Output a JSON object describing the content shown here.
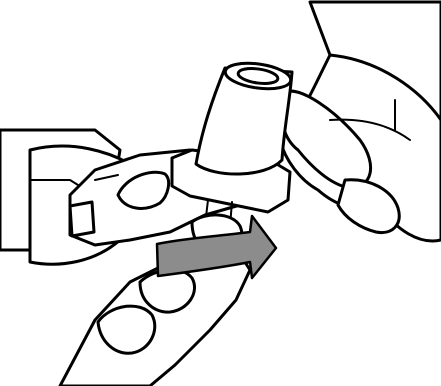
{
  "illustration": {
    "kind": "instruction-step",
    "subject": "inhaler-mouthpiece-removal",
    "arrow": {
      "icon": "rotate-arrow-icon",
      "direction": "right",
      "fill": "#8c8c8c"
    },
    "colors": {
      "line": "#000000",
      "background": "#ffffff",
      "arrow_fill": "#8c8c8c"
    }
  }
}
